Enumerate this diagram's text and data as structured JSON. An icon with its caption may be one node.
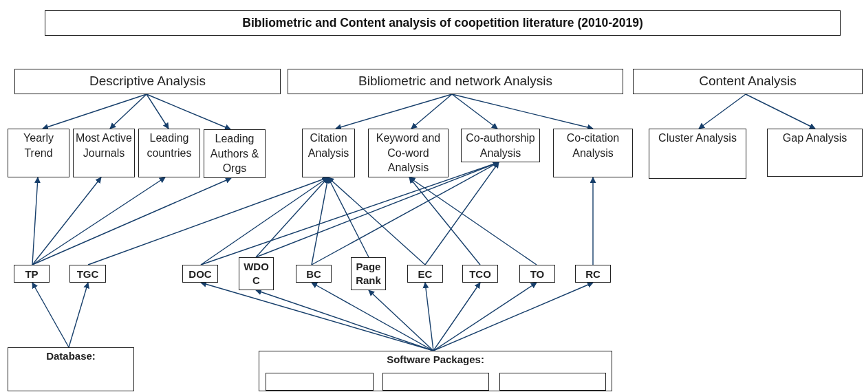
{
  "diagram": {
    "title": "Bibliometric and Content analysis of coopetition literature (2010-2019)",
    "nodes": [
      {
        "text": [
          "Descriptive Analysis"
        ]
      },
      {
        "text": [
          "Bibliometric and network Analysis"
        ]
      },
      {
        "text": [
          "Content Analysis"
        ]
      },
      {
        "text": [
          "Yearly Trend"
        ]
      },
      {
        "text": [
          "Most Active Journals"
        ]
      },
      {
        "text": [
          "Leading countries"
        ]
      },
      {
        "text": [
          "Leading Authors & Orgs"
        ]
      },
      {
        "text": [
          "Citation Analysis"
        ]
      },
      {
        "text": [
          "Keyword and Co-word Analysis"
        ]
      },
      {
        "text": [
          "Co-authorship Analysis"
        ]
      },
      {
        "text": [
          "Co-citation Analysis"
        ]
      },
      {
        "text": [
          "Cluster Analysis"
        ]
      },
      {
        "text": [
          "Gap Analysis"
        ]
      },
      {
        "text": [
          "TP"
        ]
      },
      {
        "text": [
          "TGC"
        ]
      },
      {
        "text": [
          "DOC"
        ]
      },
      {
        "text": [
          "WDOC"
        ]
      },
      {
        "text": [
          "BC"
        ]
      },
      {
        "text": [
          "Page Rank"
        ]
      },
      {
        "text": [
          "EC"
        ]
      },
      {
        "text": [
          "TCO"
        ]
      },
      {
        "text": [
          "TO"
        ]
      },
      {
        "text": [
          "RC"
        ]
      },
      {
        "text": [
          "Database:"
        ]
      },
      {
        "text": [
          "**Software Packages**:"
        ]
      },
      {
        "text": [],
        "shape": "box",
        "in": 24
      },
      {
        "text": [],
        "shape": "box",
        "in": 24
      },
      {
        "text": [],
        "shape": "box",
        "in": 24
      }
    ],
    "edges": [
      {
        "from": 0,
        "to": 3,
        "arrow": "to"
      },
      {
        "from": 0,
        "to": 4,
        "arrow": "to"
      },
      {
        "from": 0,
        "to": 5,
        "arrow": "to"
      },
      {
        "from": 0,
        "to": 6,
        "arrow": "to"
      },
      {
        "from": 1,
        "to": 7,
        "arrow": "to"
      },
      {
        "from": 1,
        "to": 8,
        "arrow": "to"
      },
      {
        "from": 1,
        "to": 9,
        "arrow": "to"
      },
      {
        "from": 1,
        "to": 10,
        "arrow": "to"
      },
      {
        "from": 2,
        "to": 11,
        "arrow": "to"
      },
      {
        "from": 2,
        "to": 12,
        "arrow": "to"
      },
      {
        "from": 13,
        "to": 3,
        "arrow": "to"
      },
      {
        "from": 13,
        "to": 4,
        "arrow": "to"
      },
      {
        "from": 13,
        "to": 5,
        "arrow": "to"
      },
      {
        "from": 13,
        "to": 6,
        "arrow": "to"
      },
      {
        "from": 14,
        "to": 7,
        "arrow": "to"
      },
      {
        "from": 15,
        "to": 7,
        "arrow": "to"
      },
      {
        "from": 15,
        "to": 9,
        "arrow": "to"
      },
      {
        "from": 16,
        "to": 7,
        "arrow": "to"
      },
      {
        "from": 16,
        "to": 9,
        "arrow": "to"
      },
      {
        "from": 17,
        "to": 7,
        "arrow": "to"
      },
      {
        "from": 17,
        "to": 9,
        "arrow": "to"
      },
      {
        "from": 18,
        "to": 7,
        "arrow": "to"
      },
      {
        "from": 19,
        "to": 7,
        "arrow": "to"
      },
      {
        "from": 19,
        "to": 9,
        "arrow": "to"
      },
      {
        "from": 20,
        "to": 8,
        "arrow": "to"
      },
      {
        "from": 21,
        "to": 8,
        "arrow": "to"
      },
      {
        "from": 22,
        "to": 10,
        "arrow": "to"
      },
      {
        "from": 23,
        "to": 13,
        "arrow": "to"
      },
      {
        "from": 23,
        "to": 14,
        "arrow": "to"
      },
      {
        "from": 24,
        "to": 15,
        "arrow": "to"
      },
      {
        "from": 24,
        "to": 16,
        "arrow": "to"
      },
      {
        "from": 24,
        "to": 17,
        "arrow": "to"
      },
      {
        "from": 24,
        "to": 18,
        "arrow": "to"
      },
      {
        "from": 24,
        "to": 19,
        "arrow": "to"
      },
      {
        "from": 24,
        "to": 20,
        "arrow": "to"
      },
      {
        "from": 24,
        "to": 21,
        "arrow": "to"
      },
      {
        "from": 24,
        "to": 22,
        "arrow": "to"
      }
    ]
  }
}
